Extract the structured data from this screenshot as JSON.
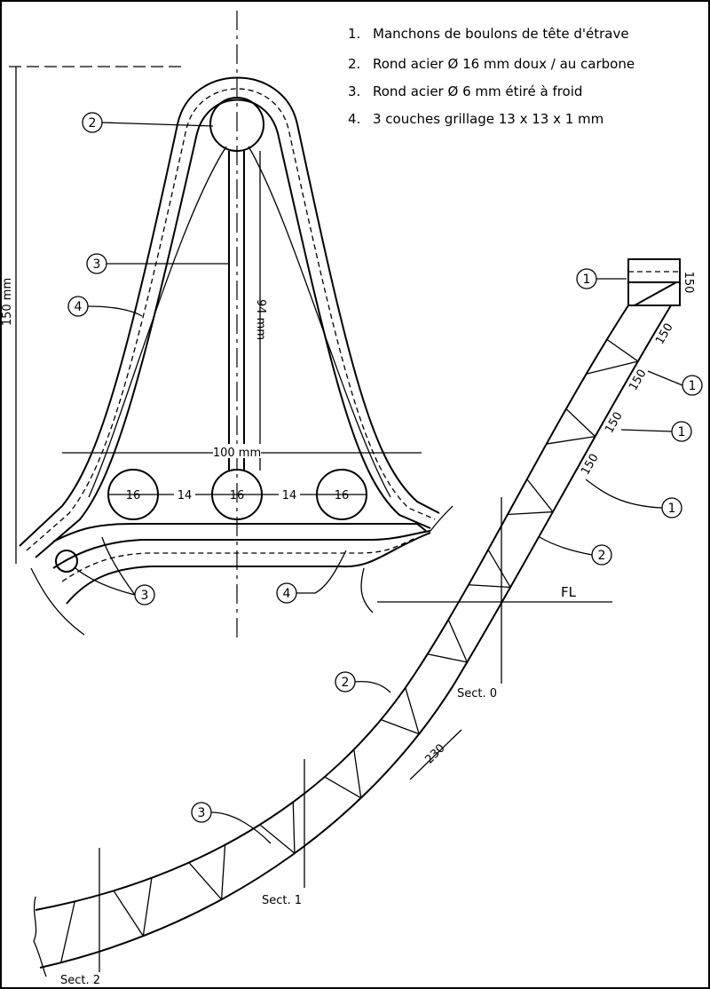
{
  "legend": [
    {
      "num": "1.",
      "text": "Manchons de boulons de tête d'étrave"
    },
    {
      "num": "2.",
      "text": "Rond acier Ø 16 mm doux / au carbone"
    },
    {
      "num": "3.",
      "text": "Rond acier Ø 6 mm étiré à froid"
    },
    {
      "num": "4.",
      "text": "3 couches grillage 13 x 13 x 1 mm"
    }
  ],
  "section": {
    "height_dim": "150 mm",
    "inner_dim": "94 mm",
    "width_dim": "100 mm",
    "spacing": [
      "16",
      "14",
      "16",
      "14",
      "16"
    ],
    "callouts": [
      "2",
      "3",
      "4",
      "3",
      "4"
    ]
  },
  "stem": {
    "spacings": [
      "150",
      "150",
      "150",
      "150",
      "150"
    ],
    "callouts_1": [
      "1",
      "1",
      "1",
      "1"
    ],
    "callouts_2": [
      "2",
      "2"
    ],
    "callout_3": "3",
    "fl": "FL",
    "pitch": "230",
    "sections": [
      "Sect. 0",
      "Sect. 1",
      "Sect. 2"
    ]
  }
}
